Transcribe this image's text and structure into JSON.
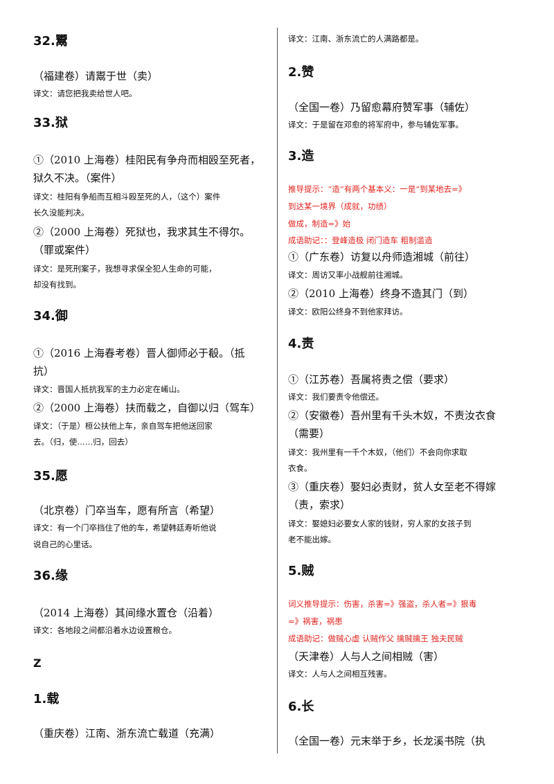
{
  "left": {
    "h32": "32.鬻",
    "e32": "（福建卷）请鬻于世（卖）",
    "t32": "译文：请您把我卖给世人吧。",
    "h33": "33.狱",
    "e33a_1": "①（2010 上海卷）桂阳民有争舟而相殴至死者，",
    "e33a_2": "狱久不决。（案件）",
    "t33a_1": "译文：桂阳有争船而互相斗殴至死的人，（这个）案件",
    "t33a_2": "长久没能判决。",
    "e33b_1": "②（2000 上海卷）死狱也，我求其生不得尔。",
    "e33b_2": "（罪或案件）",
    "t33b_1": "译文：是死刑案子，我想寻求保全犯人生命的可能，",
    "t33b_2": "却没有找到。",
    "h34": "34.御",
    "e34a_1": "①（2016 上海春考卷）晋人御师必于殽。（抵",
    "e34a_2": "抗）",
    "t34a": "译文：晋国人抵抗我军的主力必定在崤山。",
    "e34b": "②（2000 上海卷）扶而载之，自御以归（驾车）",
    "t34b_1": "译文：（于是）桓公扶他上车，亲自驾车把他送回家",
    "t34b_2": "去。（归，使……归，回去）",
    "h35": "35.愿",
    "e35": "（北京卷）门卒当车，愿有所言（希望）",
    "t35_1": "译文：有一个门卒挡住了他的车，希望韩廷寿听他说",
    "t35_2": "说自己的心里话。",
    "h36": "36.缘",
    "e36": "（2014 上海卷）其间缘水置仓（沿着）",
    "t36": "译文：各地段之间都沿着水边设置粮仓。",
    "section_z": "Z",
    "h1": "1.载",
    "e1": "（重庆卷）江南、浙东流亡载道（充满）"
  },
  "right": {
    "t1": "译文：江南、浙东流亡的人满路都是。",
    "h2": "2.赞",
    "e2": "（全国一卷）乃留愈幕府赞军事（辅佐）",
    "t2": "译文：于是留在邓愈的将军府中，参与辅佐军事。",
    "h3": "3.造",
    "r3a": "推导提示：“造”有两个基本义：一是“到某地去=》",
    "r3b": "到达某一境界（成就，功绩）",
    "r3c": "做成，制造=》始",
    "r3d": "成语助记：：登峰造极 闭门造车 粗制滥造",
    "e3a": "①（广东卷）访复以舟师造湘城（前往）",
    "t3a": "译文：周访又率小战舰前往湘城。",
    "e3b": "②（2010 上海卷）终身不造其门（到）",
    "t3b": "译文：欧阳公终身不到他家拜访。",
    "h4": "4.责",
    "e4a": "①（江苏卷）吾属将责之偿（要求）",
    "t4a": "译文：我们要责令他偿还。",
    "e4b_1": "②（安徽卷）吾州里有千头木奴，不责汝衣食",
    "e4b_2": "（需要）",
    "t4b_1": "译文：我州里有一千个木奴，（他们）不会向你求取",
    "t4b_2": "衣食。",
    "e4c_1": "③（重庆卷）娶妇必责财，贫人女至老不得嫁",
    "e4c_2": "（责，索求）",
    "t4c_1": "译文：娶媳妇必要女人家的钱财，穷人家的女孩子到",
    "t4c_2": "老不能出嫁。",
    "h5": "5.贼",
    "r5a": "词义推导提示：伤害，杀害=》强盗，杀人者=》狠毒",
    "r5b": "=》祸害，祸患",
    "r5c": "成语助记：做贼心虚 认贼作父 擒贼擒王 独夫民贼",
    "e5": "（天津卷）人与人之间相贼（害）",
    "t5": "译文：人与人之间相互残害。",
    "h6": "6.长",
    "e6": "（全国一卷）元末举于乡，长龙溪书院（执"
  }
}
